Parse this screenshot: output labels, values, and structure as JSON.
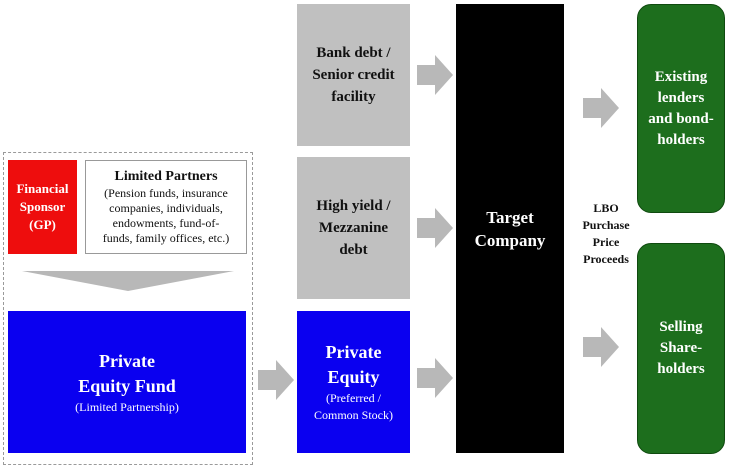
{
  "diagram": {
    "financing": [
      {
        "id": "bank-debt",
        "lines": [
          "Bank debt /",
          "Senior credit",
          "facility"
        ]
      },
      {
        "id": "high-yield",
        "lines": [
          "High yield /",
          "Mezzanine",
          "debt"
        ]
      }
    ],
    "private_equity": {
      "title_lines": [
        "Private",
        "Equity"
      ],
      "sub_lines": [
        "(Preferred /",
        "Common Stock)"
      ]
    },
    "target": {
      "lines": [
        "Target",
        "Company"
      ]
    },
    "lbo_label": [
      "LBO",
      "Purchase",
      "Price",
      "Proceeds"
    ],
    "recipients": [
      {
        "id": "existing-lenders",
        "lines": [
          "Existing",
          "lenders",
          "and bond-",
          "holders"
        ]
      },
      {
        "id": "selling-shareholders",
        "lines": [
          "Selling",
          "Share-",
          "holders"
        ]
      }
    ],
    "sponsor": {
      "lines": [
        "Financial",
        "Sponsor",
        "(GP)"
      ]
    },
    "limited_partners": {
      "title": "Limited Partners",
      "lines": [
        "(Pension funds, insurance",
        "companies, individuals,",
        "endowments, fund-of-",
        "funds, family offices, etc.)"
      ]
    },
    "fund": {
      "title_lines": [
        "Private",
        "Equity Fund"
      ],
      "subtitle": "(Limited Partnership)"
    }
  },
  "colors": {
    "grey_box": "#c0c0c0",
    "green_box": "#1d6e1d",
    "blue_box": "#0a00f0",
    "black_box": "#000000",
    "sponsor_red": "#ee0d0d",
    "arrow_grey": "#b8b8b8"
  }
}
